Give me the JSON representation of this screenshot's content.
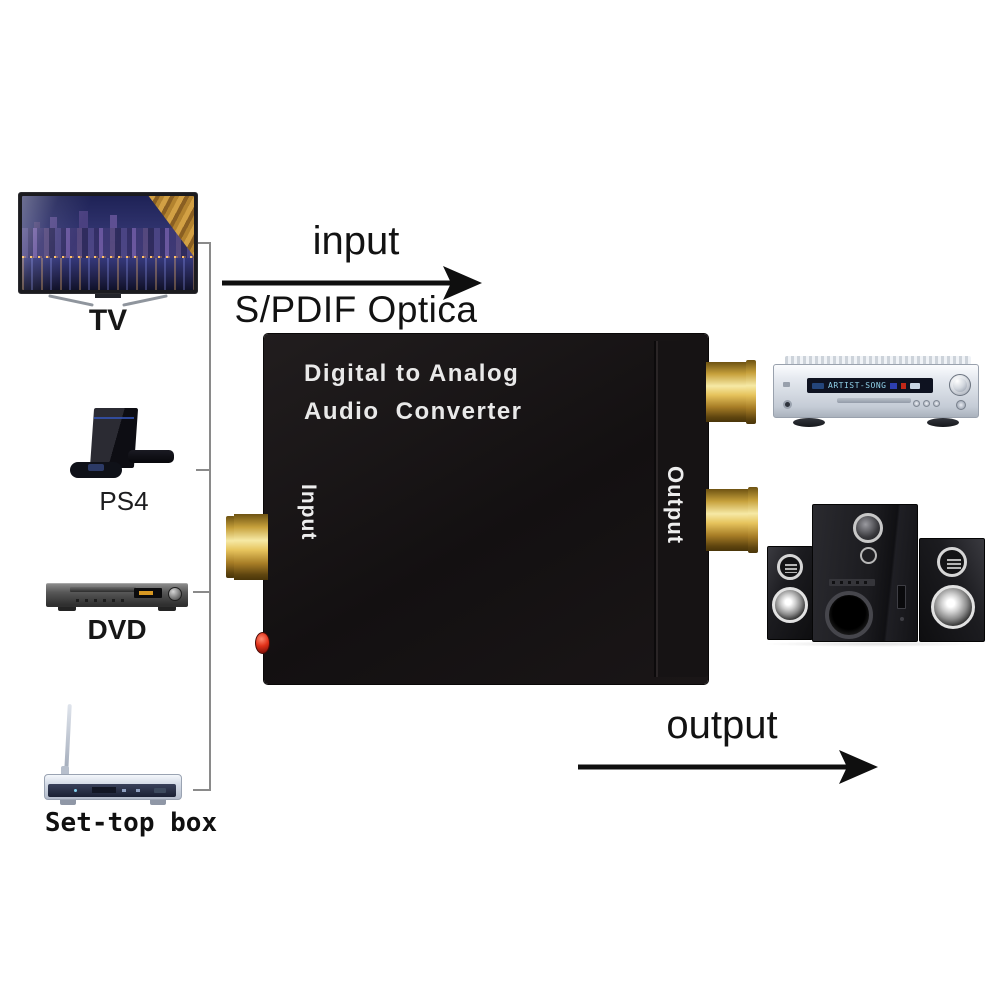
{
  "diagram": {
    "flow": {
      "input_label": "input",
      "input_connection_label": "S/PDIF Optica",
      "output_label": "output"
    },
    "source_devices": [
      {
        "id": "tv",
        "label": "TV"
      },
      {
        "id": "ps4",
        "label": "PS4"
      },
      {
        "id": "dvd",
        "label": "DVD"
      },
      {
        "id": "settop",
        "label": "Set-top box"
      }
    ],
    "converter": {
      "title_line1": "Digital to Analog",
      "title_line2": "Audio Converter",
      "input_port_label": "Input",
      "output_port_label": "Output"
    },
    "output_devices": {
      "amplifier": {
        "display_text": "ARTIST-SONG"
      }
    },
    "colors": {
      "background": "#ffffff",
      "converter_body": "#141112",
      "rca_gold": "#e0bd55",
      "led_red": "#d42716",
      "bracket_line": "#8a8a8a",
      "arrow": "#0f0f0f",
      "label_text": "#111111"
    }
  }
}
